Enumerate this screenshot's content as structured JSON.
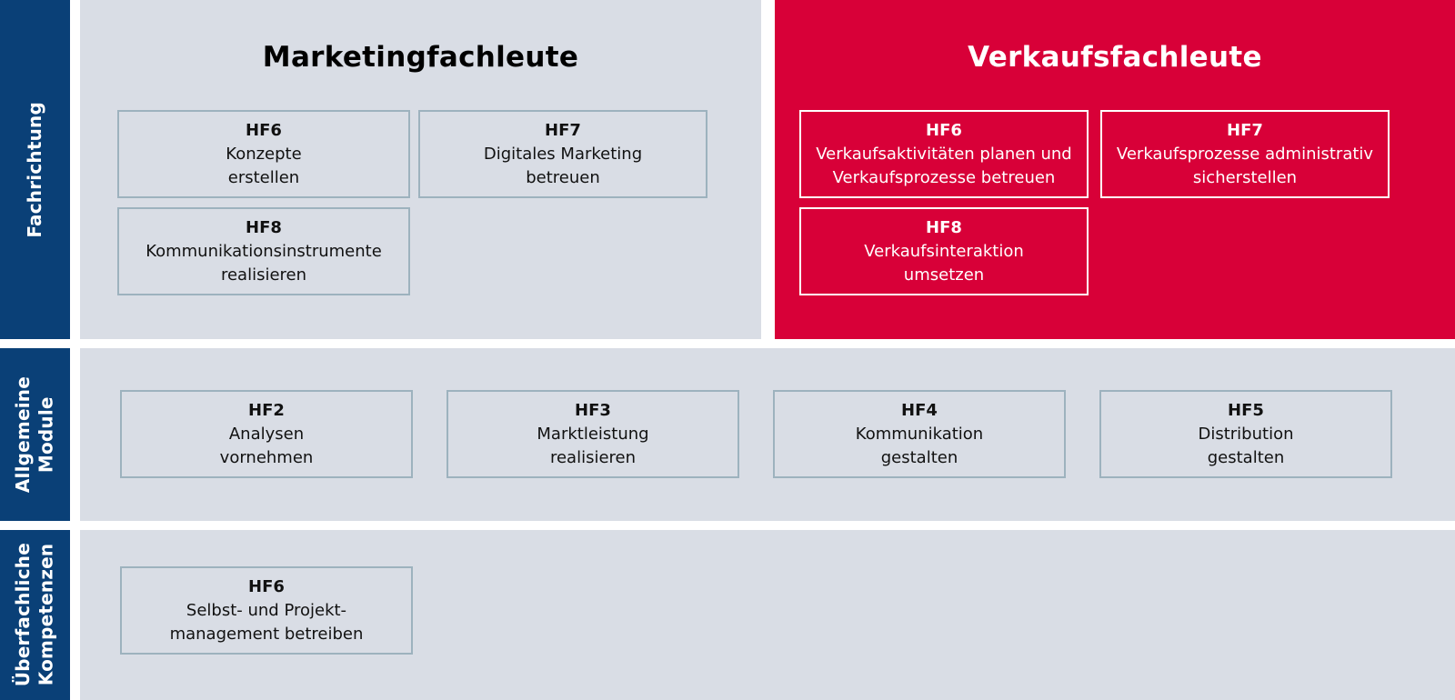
{
  "colors": {
    "rail": "#0a4077",
    "panel": "#d9dde5",
    "accent_red": "#d80038",
    "box_border": "#9db2be",
    "text_dark": "#111111",
    "text_light": "#ffffff",
    "background": "#ffffff"
  },
  "rails": [
    {
      "label": "Fachrichtung"
    },
    {
      "label": "Allgemeine\nModule"
    },
    {
      "label": "Überfachliche\nKompetenzen"
    }
  ],
  "columns": {
    "marketing": {
      "title": "Marketingfachleute"
    },
    "verkauf": {
      "title": "Verkaufsfachleute"
    }
  },
  "modules": {
    "marketing": [
      {
        "code": "HF6",
        "desc": "Konzepte\nerstellen"
      },
      {
        "code": "HF7",
        "desc": "Digitales Marketing\nbetreuen"
      },
      {
        "code": "HF8",
        "desc": "Kommunikationsinstrumente\nrealisieren"
      }
    ],
    "verkauf": [
      {
        "code": "HF6",
        "desc": "Verkaufsaktivitäten planen und\nVerkaufsprozesse betreuen"
      },
      {
        "code": "HF7",
        "desc": "Verkaufsprozesse administrativ\nsicherstellen"
      },
      {
        "code": "HF8",
        "desc": "Verkaufsinteraktion\numsetzen"
      }
    ],
    "allgemeine": [
      {
        "code": "HF2",
        "desc": "Analysen\nvornehmen"
      },
      {
        "code": "HF3",
        "desc": "Marktleistung\nrealisieren"
      },
      {
        "code": "HF4",
        "desc": "Kommunikation\ngestalten"
      },
      {
        "code": "HF5",
        "desc": "Distribution\ngestalten"
      }
    ],
    "ueberfachlich": [
      {
        "code": "HF6",
        "desc": "Selbst- und Projekt-\nmanagement betreiben"
      }
    ]
  }
}
